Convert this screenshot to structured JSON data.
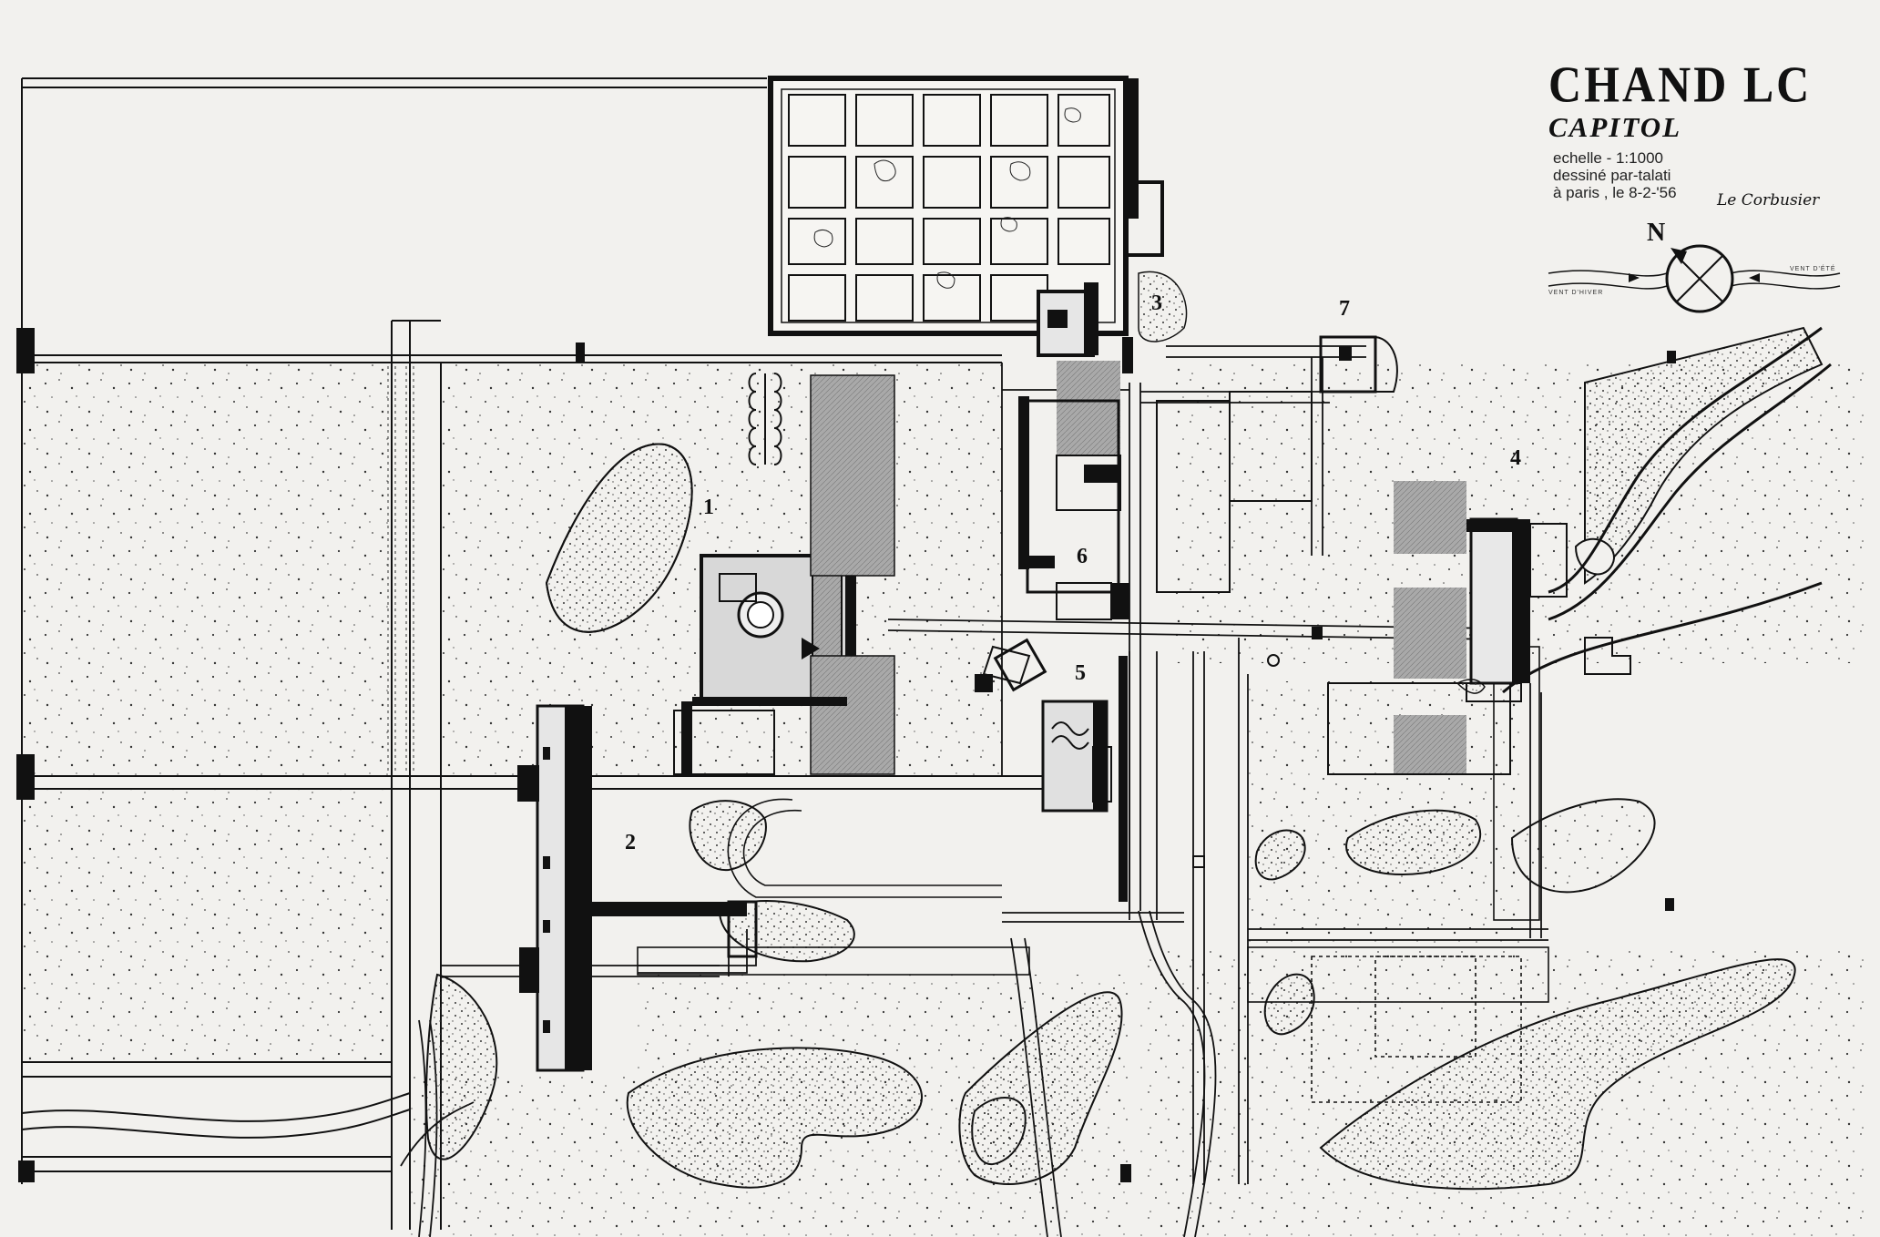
{
  "plan": {
    "title": "CHAND LC",
    "subtitle": "CAPITOL",
    "scale": "echelle - 1:1000",
    "drawn_by": "dessiné par-talati",
    "place_date": "à paris , le  8-2-'56",
    "signature": "Le Corbusier",
    "north_label": "N",
    "wind_winter": "VENT D'HIVER",
    "wind_summer": "VENT D'ÉTÉ",
    "building_numbers": [
      "1",
      "2",
      "3",
      "4",
      "5",
      "6",
      "7"
    ]
  },
  "colors": {
    "paper": "#f2f1ee",
    "ink": "#111111",
    "building_grey": "#8e8e8e"
  }
}
